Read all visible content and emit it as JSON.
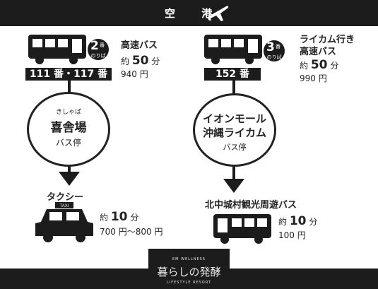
{
  "header": {
    "title": "空 港"
  },
  "left_route": {
    "badge_number": "2",
    "badge_ban": "番",
    "badge_noriba": "のりば",
    "bus_type": "高速バス",
    "time_prefix": "約",
    "time_value": "50",
    "time_unit": "分",
    "fare": "940 円",
    "route_numbers": "111 番・117 番"
  },
  "right_route": {
    "badge_number": "3",
    "badge_ban": "番",
    "badge_noriba": "のりば",
    "bus_type_line1": "ライカム行き",
    "bus_type_line2": "高速バス",
    "time_prefix": "約",
    "time_value": "50",
    "time_unit": "分",
    "fare": "990 円",
    "route_numbers": "152 番"
  },
  "left_stop": {
    "ruby": "きしゃば",
    "name": "喜舎場",
    "sub": "バス停"
  },
  "right_stop": {
    "name_line1": "イオンモール",
    "name_line2": "沖縄ライカム",
    "sub": "バス停"
  },
  "taxi": {
    "title": "タクシー",
    "sign": "TAXI",
    "time_prefix": "約",
    "time_value": "10",
    "time_unit": "分",
    "fare": "700 円〜800 円"
  },
  "loop_bus": {
    "title": "北中城村観光周遊バス",
    "time_prefix": "約",
    "time_value": "10",
    "time_unit": "分",
    "fare": "100 円"
  },
  "logo": {
    "top": "EM WELLNESS",
    "main": "暮らしの発酵",
    "bottom": "LIFESTYLE RESORT"
  }
}
